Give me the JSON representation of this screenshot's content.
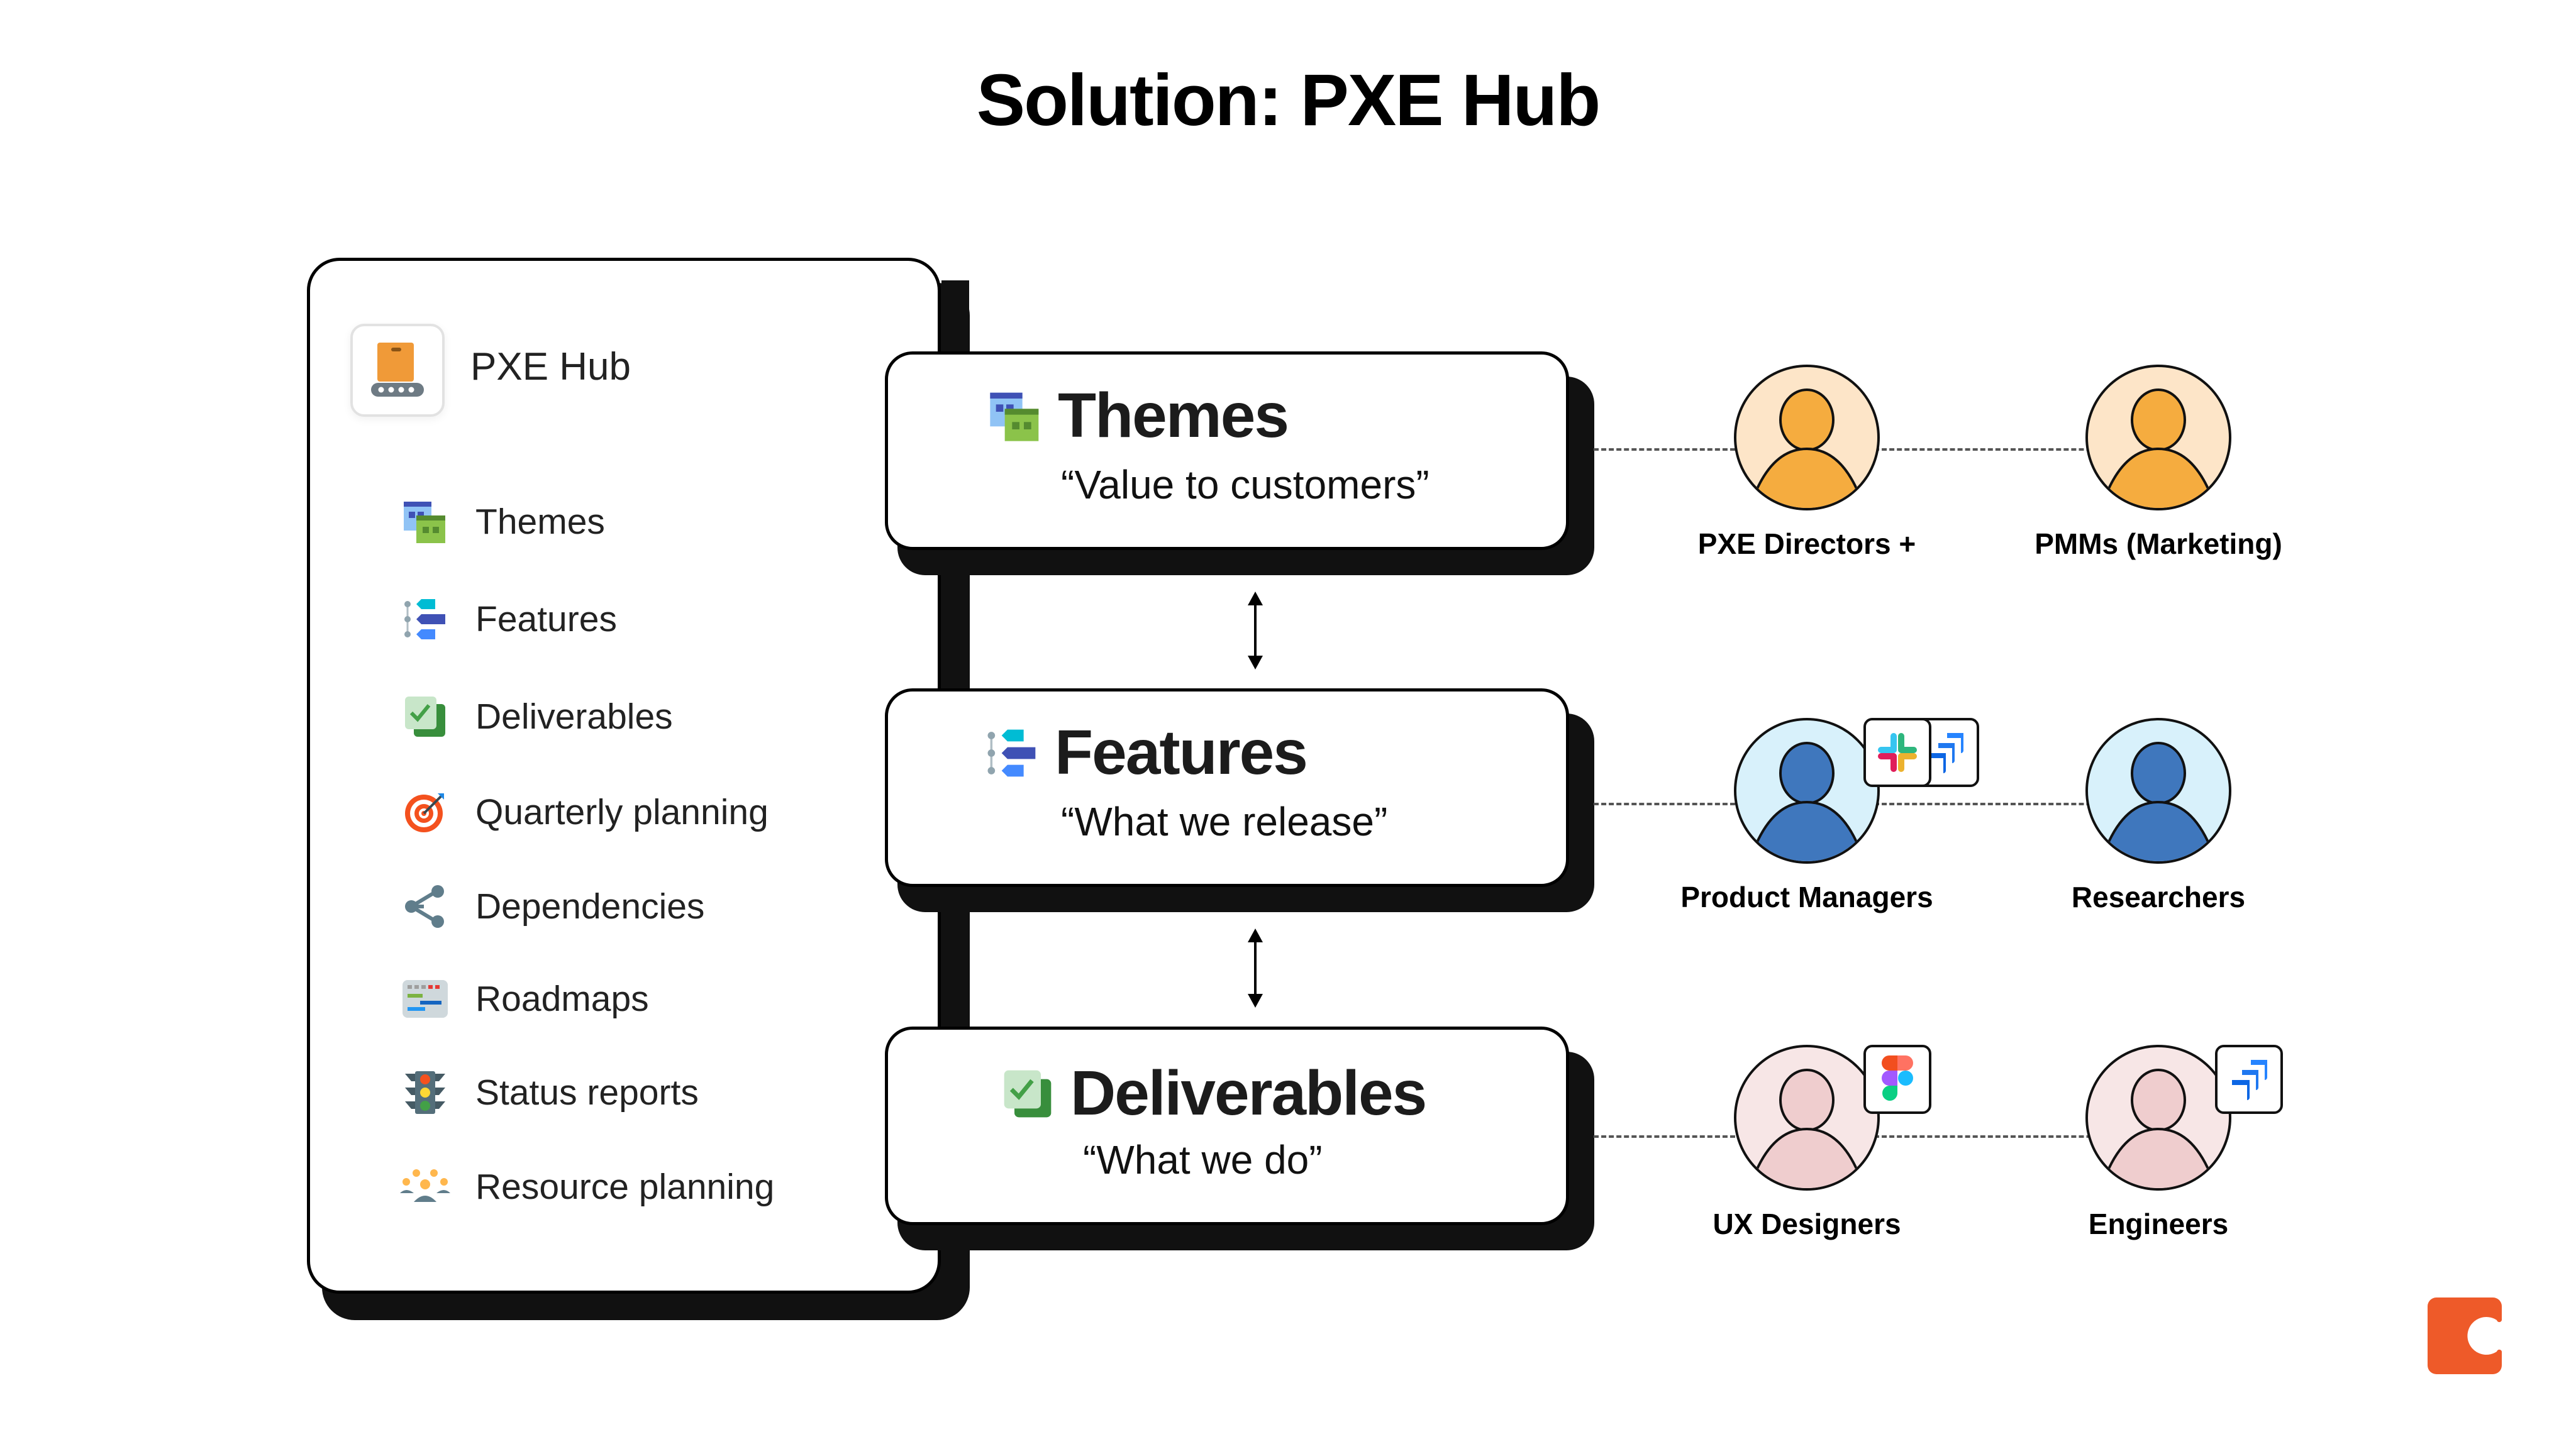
{
  "slide": {
    "title": "Solution:  PXE Hub"
  },
  "hub": {
    "app_name": "PXE Hub",
    "app_icon": "conveyor-box-icon",
    "nav_items": [
      {
        "label": "Themes",
        "icon": "themes-icon"
      },
      {
        "label": "Features",
        "icon": "features-icon"
      },
      {
        "label": "Deliverables",
        "icon": "deliverables-icon"
      },
      {
        "label": "Quarterly planning",
        "icon": "target-icon"
      },
      {
        "label": "Dependencies",
        "icon": "share-nodes-icon"
      },
      {
        "label": "Roadmaps",
        "icon": "roadmap-icon"
      },
      {
        "label": "Status reports",
        "icon": "traffic-light-icon"
      },
      {
        "label": "Resource planning",
        "icon": "people-group-icon"
      }
    ]
  },
  "levels": [
    {
      "title": "Themes",
      "subtitle": "“Value to customers”",
      "icon": "themes-icon"
    },
    {
      "title": "Features",
      "subtitle": "“What we release”",
      "icon": "features-icon"
    },
    {
      "title": "Deliverables",
      "subtitle": "“What we do”",
      "icon": "deliverables-icon"
    }
  ],
  "audiences": [
    {
      "label": "PXE Directors +",
      "tier": 0,
      "tools": []
    },
    {
      "label": "PMMs (Marketing)",
      "tier": 0,
      "tools": []
    },
    {
      "label": "Product Managers",
      "tier": 1,
      "tools": [
        "slack-icon",
        "jira-icon"
      ]
    },
    {
      "label": "Researchers",
      "tier": 1,
      "tools": []
    },
    {
      "label": "UX Designers",
      "tier": 2,
      "tools": [
        "figma-icon"
      ]
    },
    {
      "label": "Engineers",
      "tier": 2,
      "tools": [
        "jira-icon"
      ]
    }
  ],
  "colors": {
    "tier0_bg": "#fde5c8",
    "tier0_fg": "#f5ac3f",
    "tier1_bg": "#d8f1fb",
    "tier1_fg": "#3f77bd",
    "tier2_bg": "#f7e6e6",
    "tier2_fg": "#efcdce",
    "brand": "#ee5a29"
  },
  "brand": {
    "logo": "coda-logo-icon"
  }
}
